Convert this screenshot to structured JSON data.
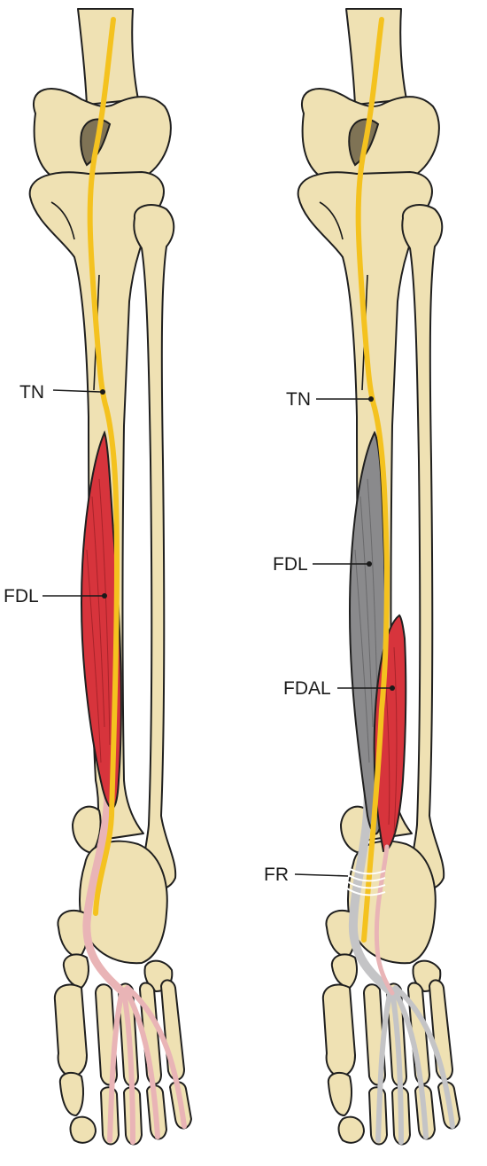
{
  "colors": {
    "bone": "#efe1b3",
    "bone_outline": "#1f1f1f",
    "nerve": "#f4c21f",
    "muscle_red": "#d7343c",
    "muscle_grey": "#8a8a8c",
    "tendon_pink": "#e9b4b6",
    "tendon_grey": "#c4c4c6"
  },
  "left_leg": {
    "labels": {
      "tn": "TN",
      "fdl": "FDL"
    }
  },
  "right_leg": {
    "labels": {
      "tn": "TN",
      "fdl": "FDL",
      "fdal": "FDAL",
      "fr": "FR"
    }
  }
}
